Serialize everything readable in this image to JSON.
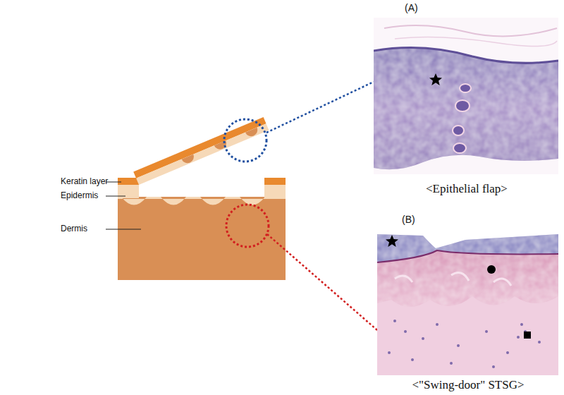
{
  "diagram": {
    "labels": [
      "Keratin layer",
      "Epidermis",
      "Dermis",
      "(A)",
      "<Epithelial flap>",
      "(B)",
      "<\"Swing-door\" STSG>"
    ]
  }
}
